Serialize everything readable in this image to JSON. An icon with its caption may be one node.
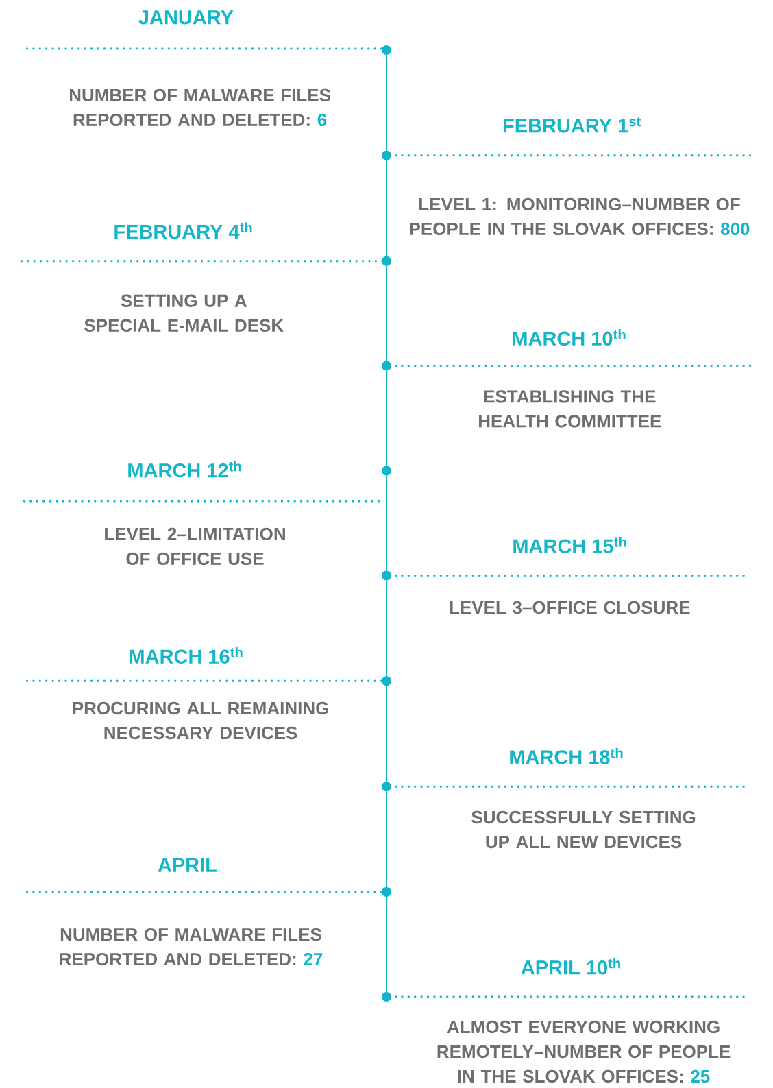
{
  "diagram": {
    "labels": [
      "JANUARY",
      "NUMBER OF MALWARE FILES REPORTED AND DELETED:",
      "6",
      "FEBRUARY 1$^{st}$",
      "LEVEL 1: MONITORING–NUMBER OF PEOPLE IN THE SLOVAK OFFICES:",
      "800",
      "FEBRUARY 4$^{th}$",
      "SETTING UP A SPECIAL E-MAIL DESK",
      "MARCH 10$^{th}$",
      "ESTABLISHING THE HEALTH COMMITTEE",
      "MARCH 12$^{th}$",
      "LEVEL 2–LIMITATION OF OFFICE USE",
      "MARCH 15$^{th}$",
      "LEVEL 3–OFFICE CLOSURE",
      "MARCH 16$^{th}$",
      "PROCURING ALL REMAINING NECESSARY DEVICES",
      "MARCH 18$^{th}$",
      "SUCCESSFULLY SETTING UP ALL NEW DEVICES",
      "APRIL",
      "NUMBER OF MALWARE FILES REPORTED AND DELETED:",
      "27",
      "APRIL 10$^{th}$",
      "ALMOST EVERYONE WORKING REMOTELY–NUMBER OF PEOPLE IN THE SLOVAK OFFICES:",
      "25"
    ]
  }
}
